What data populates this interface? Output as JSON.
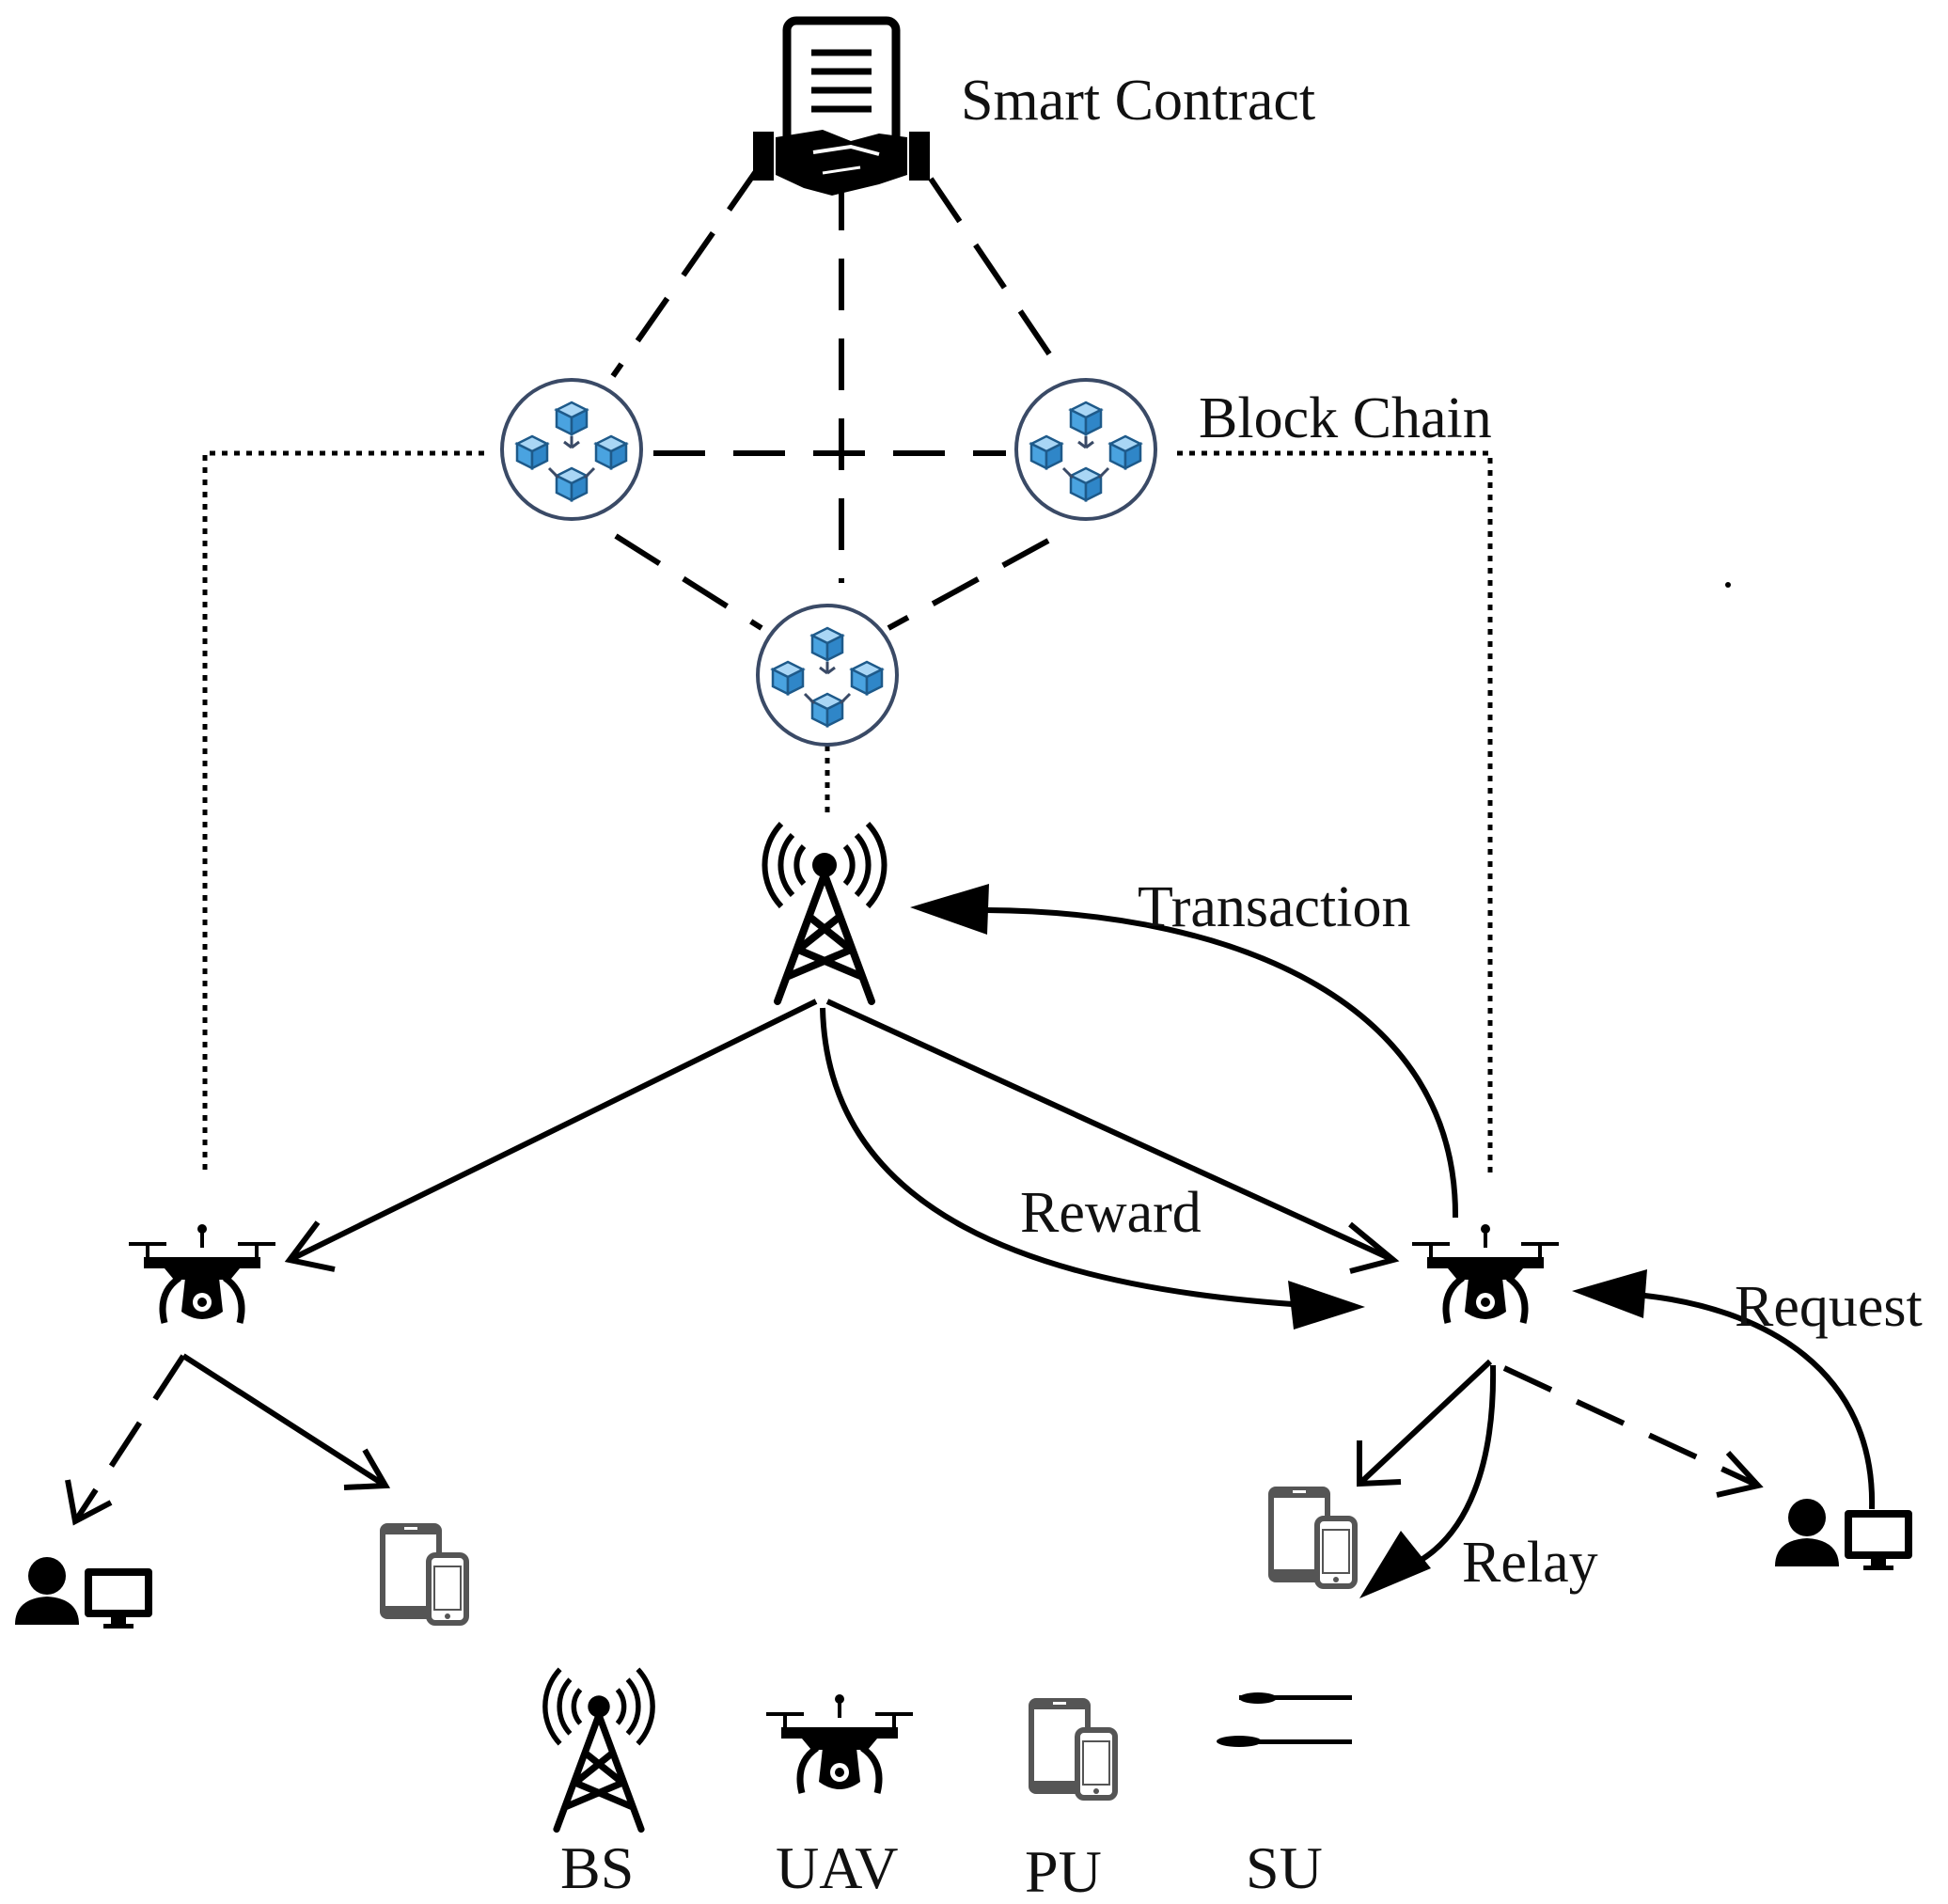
{
  "labels": {
    "smart_contract": "Smart Contract",
    "block_chain": "Block Chain",
    "transaction": "Transaction",
    "reward": "Reward",
    "request": "Request",
    "relay": "Relay"
  },
  "legend": [
    {
      "icon": "tower-icon",
      "label": "BS"
    },
    {
      "icon": "drone-icon",
      "label": "UAV"
    },
    {
      "icon": "phone-tablet-icon",
      "label": "PU"
    },
    {
      "icon": "user-computer-icon",
      "label": "SU"
    }
  ],
  "colors": {
    "block_blue": "#4aa3e0",
    "block_light": "#a9d6f5",
    "node_ring": "#3a4a66",
    "device_gray": "#555555"
  }
}
